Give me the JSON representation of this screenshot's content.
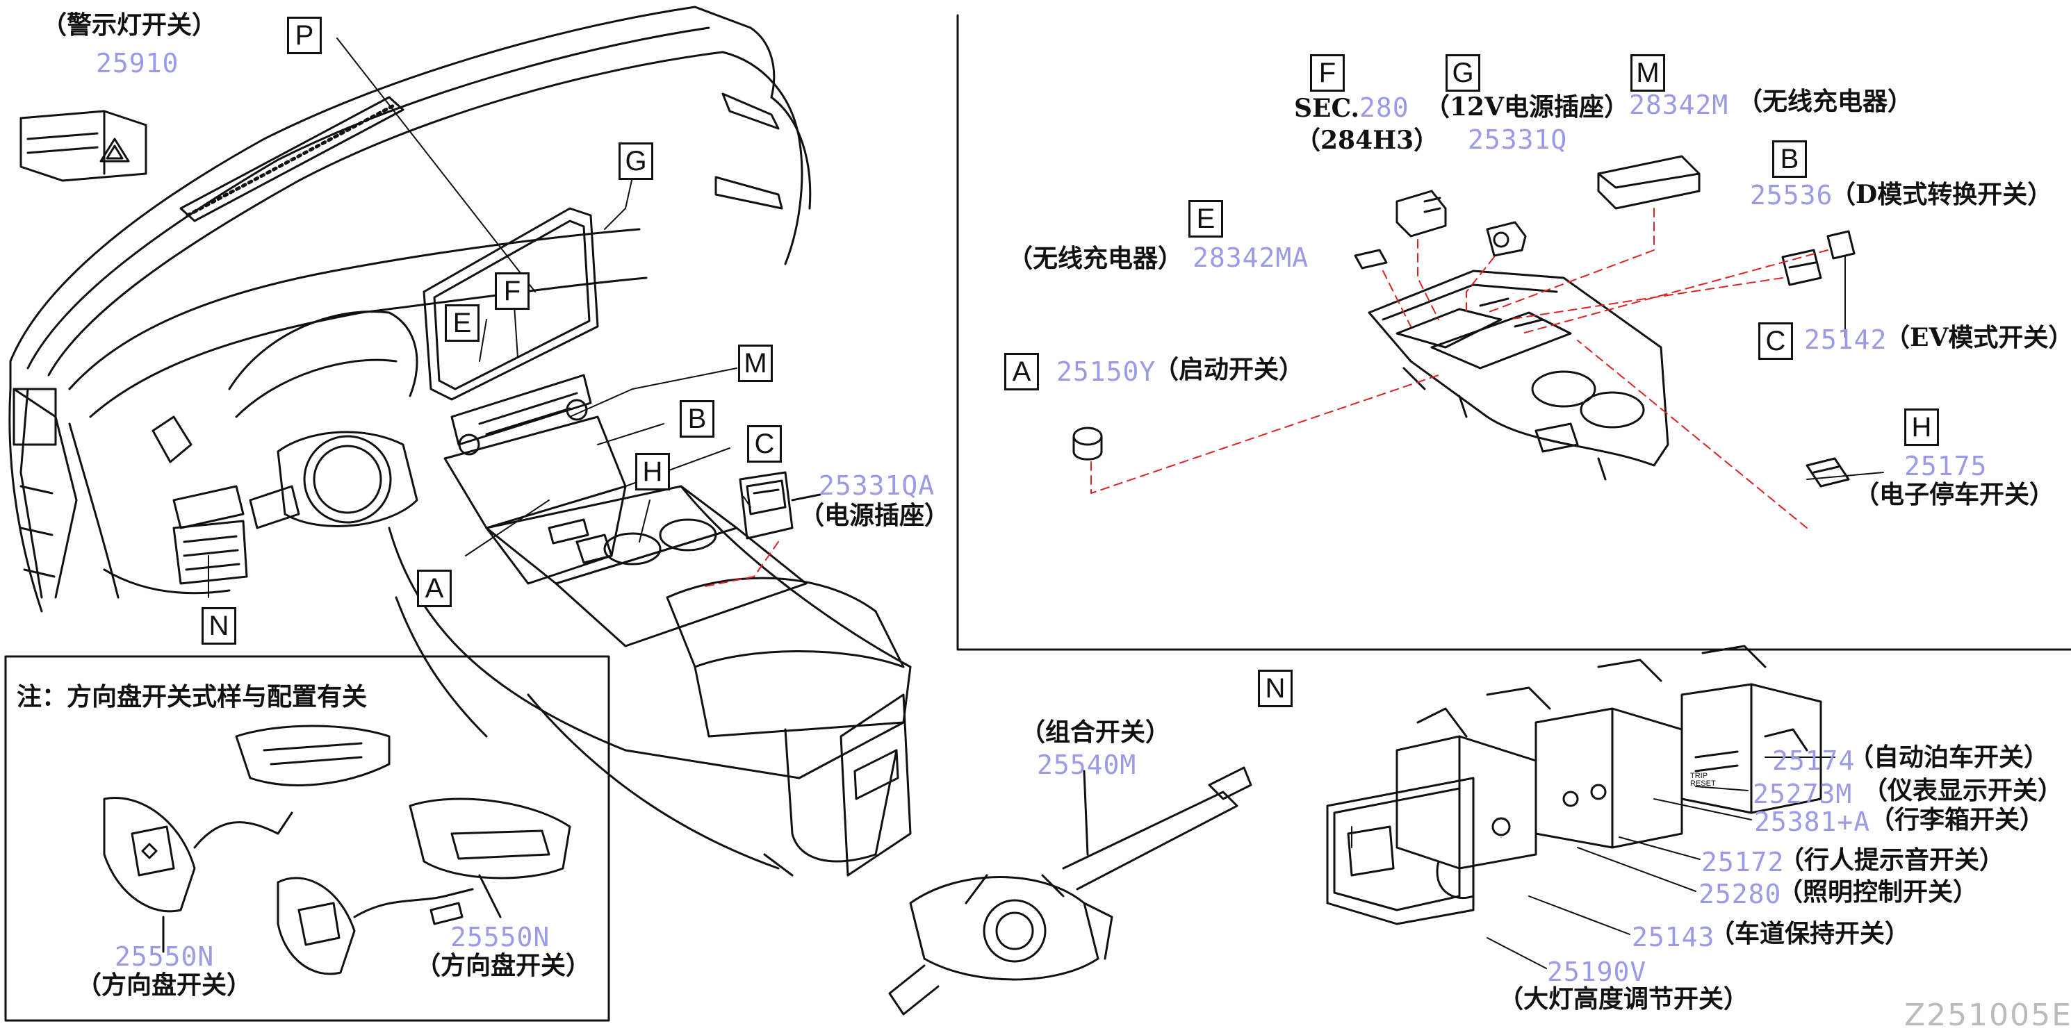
{
  "callouts": {
    "A": "A",
    "B": "B",
    "C": "C",
    "E": "E",
    "F": "F",
    "G": "G",
    "H": "H",
    "M": "M",
    "N": "N",
    "P": "P"
  },
  "parts": {
    "hazard_switch": {
      "name": "（警示灯开关）",
      "number": "25910"
    },
    "power_socket": {
      "number": "25331QA",
      "name": "（电源插座）"
    },
    "steering_switch_left": {
      "number": "25550N",
      "name": "（方向盘开关）"
    },
    "steering_switch_right": {
      "number": "25550N",
      "name": "（方向盘开关）"
    },
    "combination_switch": {
      "name": "（组合开关）",
      "number": "25540M"
    },
    "sec_280": {
      "sec": "SEC.",
      "number": "280",
      "sub": "（284H3）"
    },
    "socket_12v": {
      "name": "（12V电源插座）",
      "number": "25331Q"
    },
    "wireless_charger_m": {
      "number": "28342M",
      "name": "（无线充电器）"
    },
    "wireless_charger_e": {
      "name": "（无线充电器）",
      "number": "28342MA"
    },
    "d_mode_switch": {
      "number": "25536",
      "name": "（D模式转换开关）"
    },
    "ev_mode_switch": {
      "number": "25142",
      "name": "（EV模式开关）"
    },
    "start_switch": {
      "number": "25150Y",
      "name": "（启动开关）"
    },
    "epb_switch": {
      "number": "25175",
      "name": "（电子停车开关）"
    },
    "auto_park_switch": {
      "number": "25174",
      "name": "（自动泊车开关）"
    },
    "display_switch": {
      "number": "25273M",
      "name": "（仪表显示开关）"
    },
    "trunk_switch": {
      "number": "25381+A",
      "name": "（行李箱开关）"
    },
    "pedestrian_sound_switch": {
      "number": "25172",
      "name": "（行人提示音开关）"
    },
    "lighting_switch": {
      "number": "25280",
      "name": "（照明控制开关）"
    },
    "lane_keep_switch": {
      "number": "25143",
      "name": "（车道保持开关）"
    },
    "headlamp_level_switch": {
      "number": "25190V",
      "name": "（大灯高度调节开关）"
    }
  },
  "note": "注：方向盘开关式样与配置有关",
  "figure_ref": "Z251005E",
  "panel_labels": {
    "trip_reset": "TRIP RESET"
  }
}
